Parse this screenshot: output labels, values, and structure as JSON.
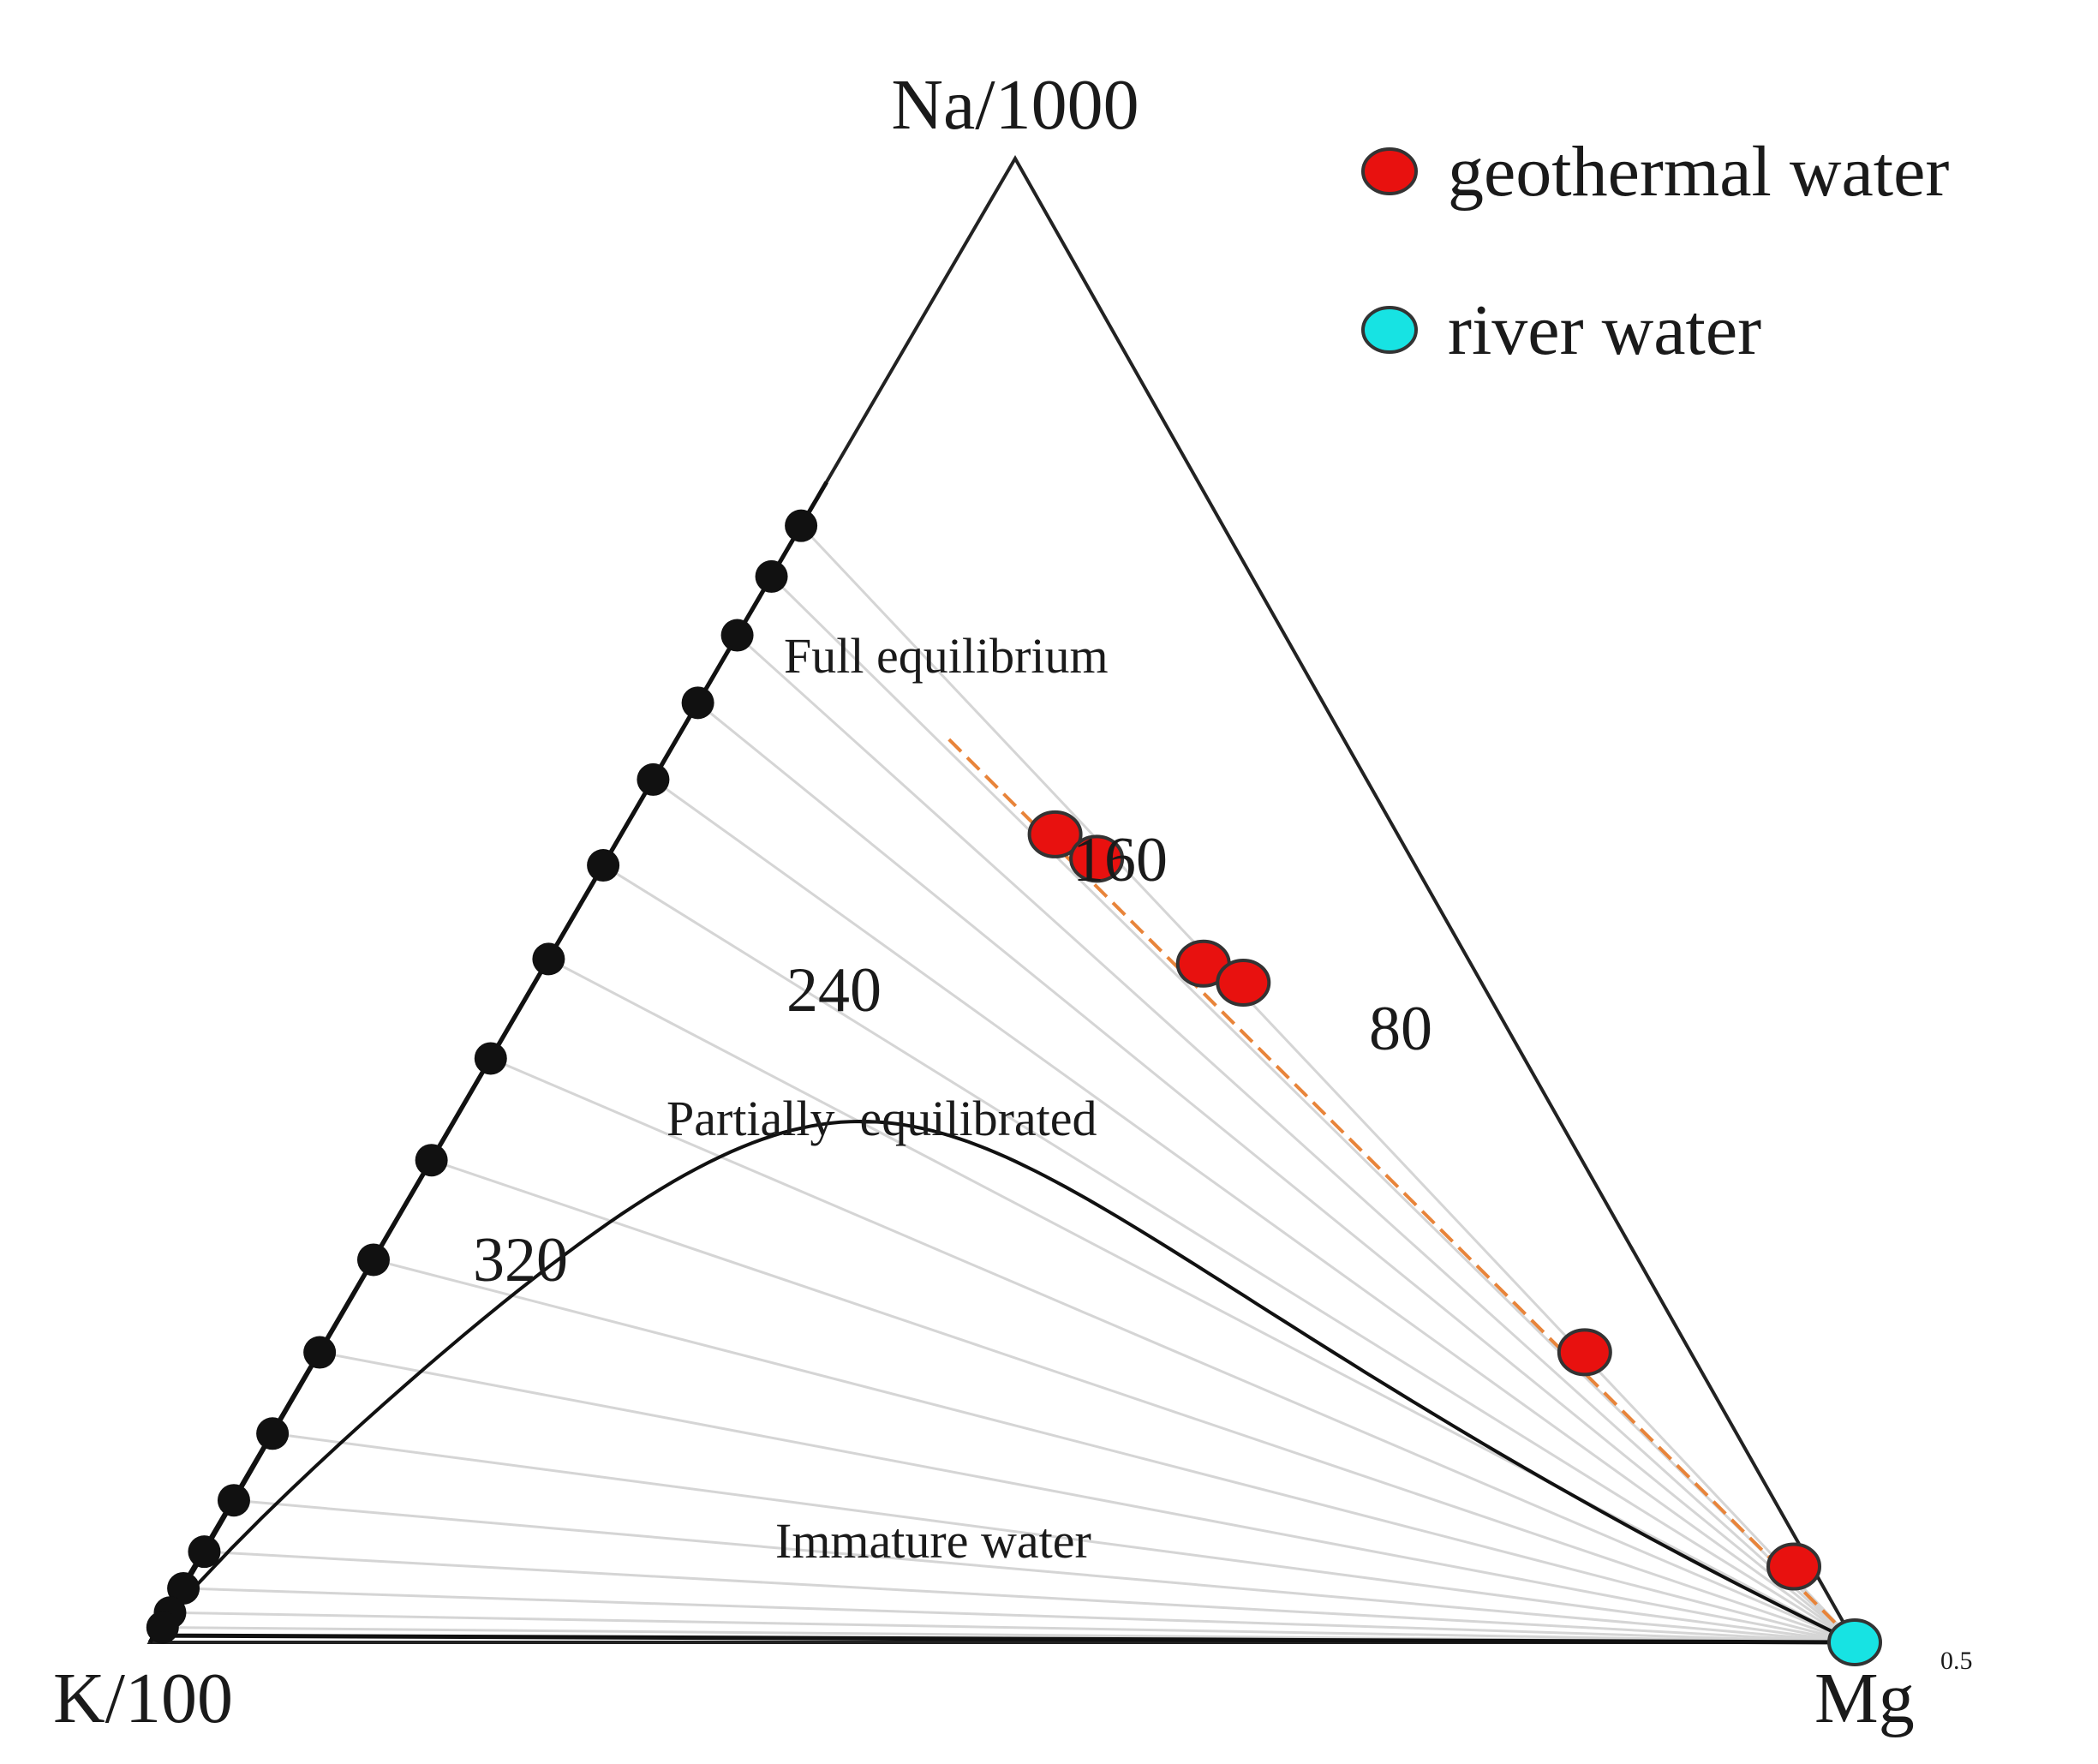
{
  "chart_data": {
    "type": "ternary",
    "vertices": {
      "top": "Na/1000",
      "left": "K/100",
      "right_base": "Mg",
      "right_exponent": "0.5"
    },
    "regions": [
      "Full equilibrium",
      "Partially  equilibrated",
      "Immature water"
    ],
    "isotherm_labels": [
      "160",
      "240",
      "80",
      "320"
    ],
    "legend": {
      "placement": "top-right",
      "items": [
        {
          "label": "geothermal water",
          "color": "#e8110f"
        },
        {
          "label": "river water",
          "color": "#17e3e3"
        }
      ]
    },
    "equilibrium_line_temperatures": [
      340,
      320,
      300,
      280,
      260,
      240,
      220,
      200,
      180,
      160,
      140,
      120,
      100,
      80,
      60,
      40,
      20
    ],
    "series": [
      {
        "name": "geothermal water",
        "color": "#e8110f",
        "points": [
          {
            "na": 0.5445,
            "k": 0.2009,
            "mg": 0.2546
          },
          {
            "na": 0.5281,
            "k": 0.1846,
            "mg": 0.2873
          },
          {
            "na": 0.4574,
            "k": 0.1568,
            "mg": 0.3858
          },
          {
            "na": 0.4446,
            "k": 0.1397,
            "mg": 0.4157
          },
          {
            "na": 0.1955,
            "k": 0.0621,
            "mg": 0.7424
          },
          {
            "na": 0.0511,
            "k": 0.0105,
            "mg": 0.9384
          }
        ]
      },
      {
        "name": "river water",
        "color": "#17e3e3",
        "points": [
          {
            "na": 0.0,
            "k": 0.0,
            "mg": 1.0
          }
        ]
      }
    ],
    "colors": {
      "axis": "#222222",
      "equilibrium_curve": "#111111",
      "grid_lines": "#d5d5d5",
      "trend_line": "#e8843a"
    }
  }
}
